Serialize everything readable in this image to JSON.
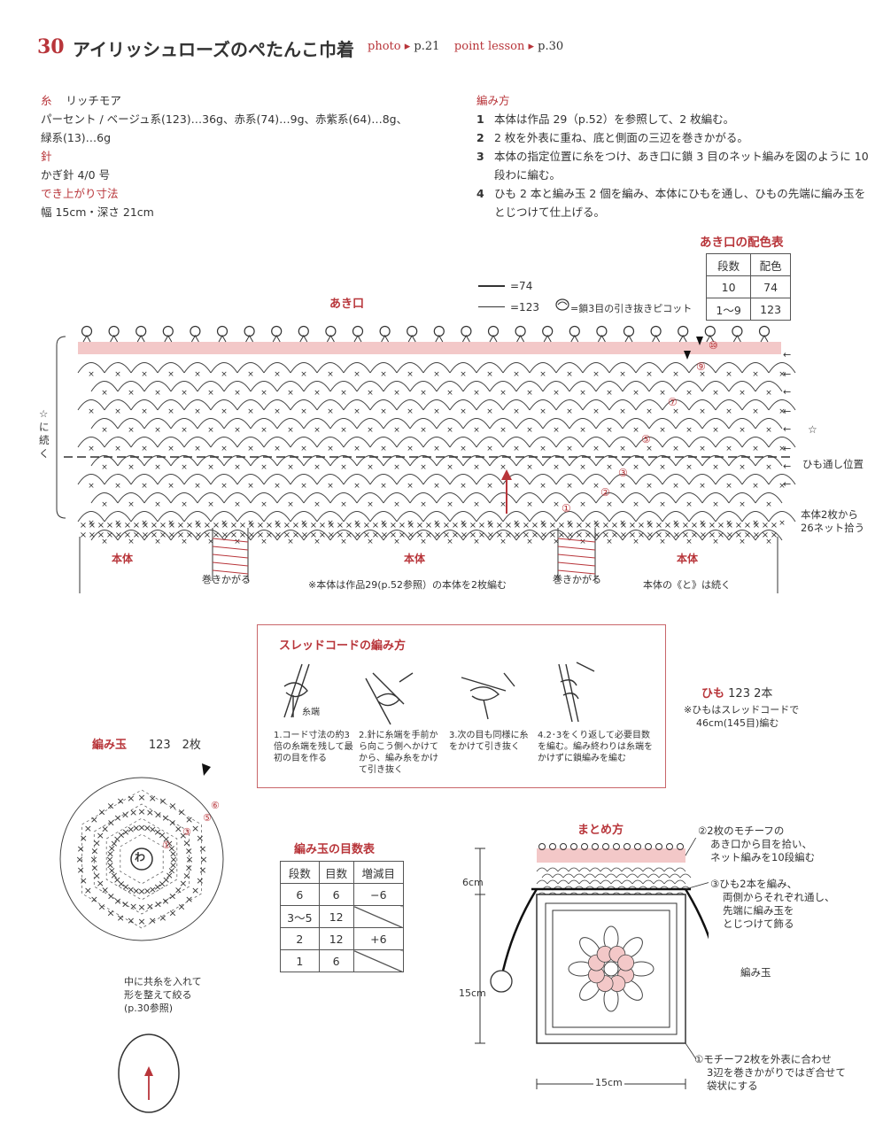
{
  "header": {
    "number": "30",
    "title": "アイリッシュローズのぺたんこ巾着",
    "photo_label": "photo",
    "photo_page": "p.21",
    "lesson_label": "point lesson",
    "lesson_page": "p.30"
  },
  "materials": {
    "yarn_label": "糸",
    "yarn_name": "リッチモア",
    "yarn_line1": "パーセント / ベージュ系(123)…36g、赤系(74)…9g、赤紫系(64)…8g、",
    "yarn_line2": "緑系(13)…6g",
    "needle_label": "針",
    "needle": "かぎ針 4/0 号",
    "size_label": "でき上がり寸法",
    "size": "幅 15cm・深さ 21cm"
  },
  "method": {
    "label": "編み方",
    "steps": [
      {
        "num": "1",
        "text": "本体は作品 29（p.52）を参照して、2 枚編む。"
      },
      {
        "num": "2",
        "text": "2 枚を外表に重ね、底と側面の三辺を巻きかがる。"
      },
      {
        "num": "3",
        "text": "本体の指定位置に糸をつけ、あき口に鎖 3 目のネット編みを図のように 10"
      },
      {
        "num": "",
        "text": "段わに編む。"
      },
      {
        "num": "4",
        "text": "ひも 2 本と編み玉 2 個を編み、本体にひもを通し、ひもの先端に編み玉を"
      },
      {
        "num": "",
        "text": "とじつけて仕上げる。"
      }
    ]
  },
  "color_table": {
    "title": "あき口の配色表",
    "headers": [
      "段数",
      "配色"
    ],
    "rows": [
      [
        "10",
        "74"
      ],
      [
        "1〜9",
        "123"
      ]
    ]
  },
  "legend": {
    "line74": "=74",
    "line123": "=123",
    "picot": "=鎖3目の引き抜きピコット"
  },
  "opening_chart": {
    "title": "あき口",
    "left_note": "☆に続く",
    "right_star": "☆",
    "cord_position": "ひも通し位置",
    "pickup_note1": "本体2枚から",
    "pickup_note2": "26ネット拾う",
    "body_label": "本体",
    "whip_label": "巻きかがる",
    "body_note": "※本体は作品29(p.52参照）の本体を2枚編む",
    "continue_note": "本体の《と》は続く",
    "row_marks": [
      "①",
      "②",
      "③",
      "⑤",
      "⑦",
      "⑨",
      "⑩"
    ]
  },
  "thread_cord": {
    "title": "スレッドコードの編み方",
    "yarn_end": "糸端",
    "steps": [
      "1.コード寸法の約3倍の糸端を残して最初の目を作る",
      "2.針に糸端を手前から向こう側へかけてから、編み糸をかけて引き抜く",
      "3.次の目も同様に糸をかけて引き抜く",
      "4.2･3をくり返して必要目数を編む。編み終わりは糸端をかけずに鎖編みを編む"
    ]
  },
  "string": {
    "title": "ひも",
    "spec": "123 2本",
    "note1": "※ひもはスレッドコードで",
    "note2": "46cm(145目)編む"
  },
  "ball": {
    "title": "編み玉",
    "spec": "123　2枚",
    "center": "わ",
    "marks": [
      "①",
      "③",
      "⑤",
      "⑥"
    ],
    "note1": "中に共糸を入れて",
    "note2": "形を整えて絞る",
    "note3": "(p.30参照)"
  },
  "ball_table": {
    "title": "編み玉の目数表",
    "headers": [
      "段数",
      "目数",
      "増減目"
    ],
    "rows": [
      [
        "6",
        "6",
        "−6"
      ],
      [
        "3〜5",
        "12",
        ""
      ],
      [
        "2",
        "12",
        "+6"
      ],
      [
        "1",
        "6",
        ""
      ]
    ]
  },
  "assembly": {
    "title": "まとめ方",
    "note2_1": "②2枚のモチーフの",
    "note2_2": "あき口から目を拾い、",
    "note2_3": "ネット編みを10段編む",
    "note3_1": "③ひも2本を編み、",
    "note3_2": "両側からそれぞれ通し、",
    "note3_3": "先端に編み玉を",
    "note3_4": "とじつけて飾る",
    "ball_label": "編み玉",
    "dim_6": "6cm",
    "dim_15v": "15cm",
    "dim_15h": "15cm",
    "note1_1": "①モチーフ2枚を外表に合わせ",
    "note1_2": "3辺を巻きかがりではぎ合せて",
    "note1_3": "袋状にする"
  },
  "colors": {
    "accent": "#b8353a",
    "pink_band": "#f3c8c8",
    "line": "#333333"
  }
}
